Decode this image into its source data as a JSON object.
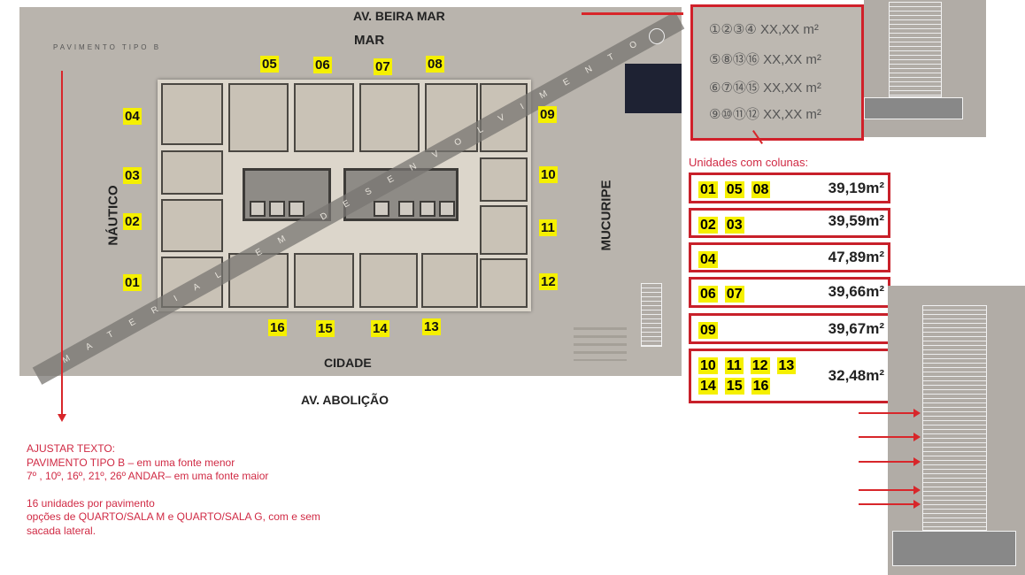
{
  "plan": {
    "floor_label": "PAVIMENTO TIPO B",
    "streets": {
      "top": "AV. BEIRA MAR",
      "top_inner": "MAR",
      "left": "NÁUTICO",
      "right": "MUCURIPE",
      "bottom_inner": "CIDADE",
      "bottom": "AV. ABOLIÇÃO"
    },
    "watermark": "MATERIAL EM DESENVOLVIMENTO",
    "unit_tags": [
      "01",
      "02",
      "03",
      "04",
      "05",
      "06",
      "07",
      "08",
      "09",
      "10",
      "11",
      "12",
      "13",
      "14",
      "15",
      "16"
    ]
  },
  "legend": {
    "rows": [
      {
        "units": "①②③④",
        "area": "XX,XX m²"
      },
      {
        "units": "⑤⑧⑬⑯",
        "area": "XX,XX m²"
      },
      {
        "units": "⑥⑦⑭⑮",
        "area": "XX,XX m²"
      },
      {
        "units": "⑨⑩⑪⑫",
        "area": "XX,XX m²"
      }
    ]
  },
  "units_with_columns": {
    "title": "Unidades com colunas:",
    "groups": [
      {
        "units": [
          "01",
          "05",
          "08"
        ],
        "area": "39,19m²"
      },
      {
        "units": [
          "02",
          "03"
        ],
        "area": "39,59m²"
      },
      {
        "units": [
          "04"
        ],
        "area": "47,89m²"
      },
      {
        "units": [
          "06",
          "07"
        ],
        "area": "39,66m²"
      },
      {
        "units": [
          "09"
        ],
        "area": "39,67m²"
      },
      {
        "units": [
          "10",
          "11",
          "12",
          "13",
          "14",
          "15",
          "16"
        ],
        "area": "32,48m²"
      }
    ]
  },
  "notes": {
    "lines": [
      "AJUSTAR TEXTO:",
      "PAVIMENTO TIPO B – em uma fonte menor",
      "7º , 10º, 16º, 21º, 26º ANDAR– em uma fonte maior",
      "",
      "16 unidades por pavimento",
      "opções de QUARTO/SALA M e QUARTO/SALA G, com e sem",
      "sacada lateral."
    ]
  },
  "colors": {
    "annotation_red": "#d0202a",
    "tag_yellow": "#f5f000",
    "plan_gray": "#b9b4ad"
  }
}
